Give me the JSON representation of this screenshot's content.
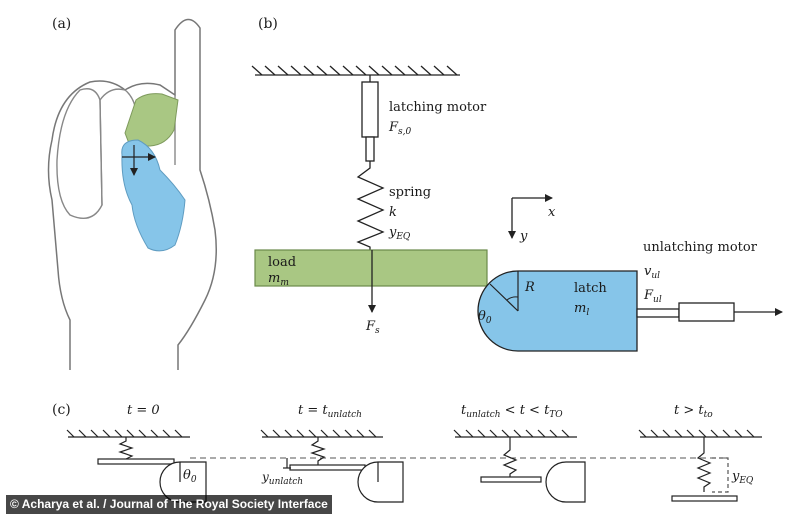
{
  "colors": {
    "green": "#a9c783",
    "blue": "#86c5e9",
    "line": "#222222",
    "hand_edge": "#666666"
  },
  "panel_a": {
    "label": "(a)"
  },
  "panel_b": {
    "label": "(b)",
    "latching_motor": "latching motor",
    "fs0": {
      "base": "F",
      "sub": "s,0"
    },
    "spring": "spring",
    "k": "k",
    "yeq": {
      "base": "y",
      "sub": "EQ"
    },
    "load": "load",
    "mm": {
      "base": "m",
      "sub": "m"
    },
    "fs": {
      "base": "F",
      "sub": "s"
    },
    "axis_x": "x",
    "axis_y": "y",
    "R": "R",
    "theta0": {
      "base": "θ",
      "sub": "0"
    },
    "latch": "latch",
    "ml": {
      "base": "m",
      "sub": "l"
    },
    "unlatching_motor": "unlatching motor",
    "vul": {
      "base": "v",
      "sub": "ul"
    },
    "ful": {
      "base": "F",
      "sub": "ul"
    }
  },
  "panel_c": {
    "label": "(c)",
    "t1": "t = 0",
    "t2": {
      "pre": "t = t",
      "sub": "unlatch"
    },
    "t3": {
      "t": "t",
      "sub1": "unlatch",
      "mid": " < t < t",
      "sub2": "TO"
    },
    "t4": {
      "pre": "t > t",
      "sub": "to"
    },
    "theta0": {
      "base": "θ",
      "sub": "0"
    },
    "yunlatch": {
      "base": "y",
      "sub": "unlatch"
    },
    "yeq": {
      "base": "y",
      "sub": "EQ"
    }
  },
  "credit": "© Acharya et al. / Journal of The Royal Society Interface"
}
